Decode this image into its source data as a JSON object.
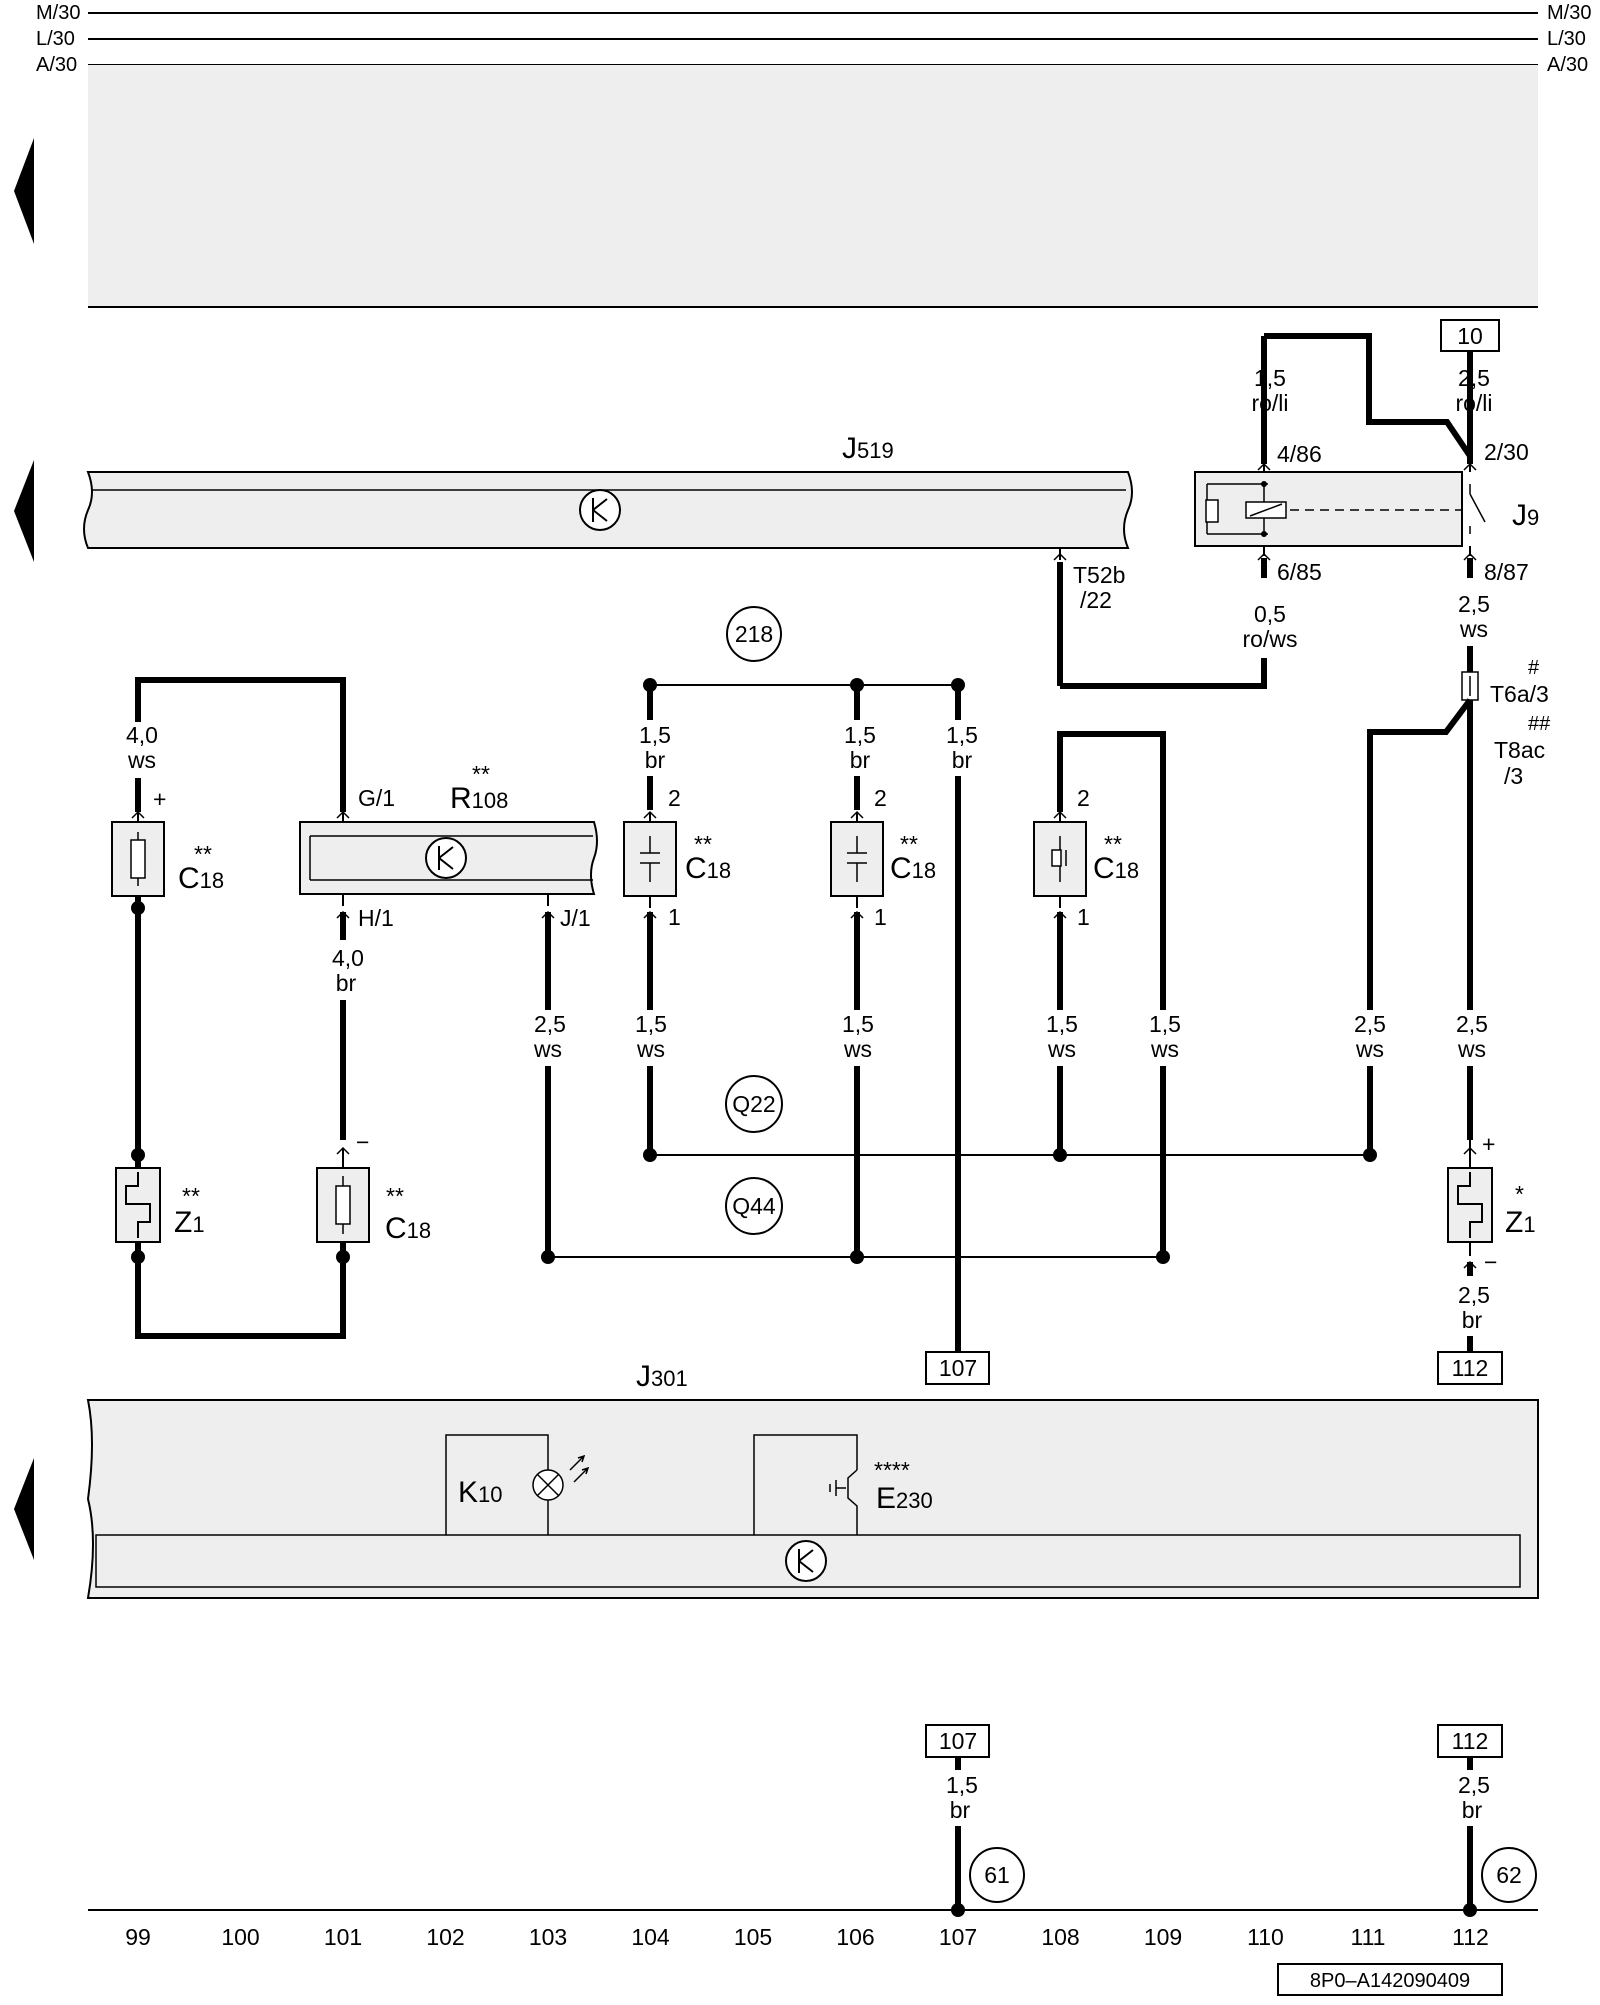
{
  "rails": {
    "m": "M/30",
    "l": "L/30",
    "a": "A/30"
  },
  "components": {
    "j519": {
      "letter": "J",
      "num": "519"
    },
    "j9": {
      "letter": "J",
      "num": "9"
    },
    "j301": {
      "letter": "J",
      "num": "301"
    },
    "r108": {
      "stars": "**",
      "letter": "R",
      "num": "108"
    },
    "c18_left": {
      "stars": "**",
      "letter": "C",
      "num": "18"
    },
    "c18_a": {
      "stars": "**",
      "letter": "C",
      "num": "18"
    },
    "c18_b": {
      "stars": "**",
      "letter": "C",
      "num": "18"
    },
    "c18_c": {
      "stars": "**",
      "letter": "C",
      "num": "18"
    },
    "c18_bottom": {
      "stars": "**",
      "letter": "C",
      "num": "18"
    },
    "z1_left": {
      "stars": "**",
      "letter": "Z",
      "num": "1"
    },
    "z1_right": {
      "stars": "*",
      "letter": "Z",
      "num": "1"
    },
    "k10": {
      "letter": "K",
      "num": "10"
    },
    "e230": {
      "stars": "****",
      "letter": "E",
      "num": "230"
    }
  },
  "pins": {
    "p_4_86": "4/86",
    "p_2_30": "2/30",
    "p_6_85": "6/85",
    "p_8_87": "8/87",
    "t52b_a": "T52b",
    "t52b_b": "/22",
    "t6a_mark": "#",
    "t6a": "T6a/3",
    "t8ac_mark": "##",
    "t8ac_a": "T8ac",
    "t8ac_b": "/3",
    "g1": "G/1",
    "h1": "H/1",
    "j1": "J/1",
    "plus": "+",
    "minus": "−",
    "pin1": "1",
    "pin2": "2"
  },
  "wires": {
    "w_15_roli": [
      "1,5",
      "ro/li"
    ],
    "w_25_roli": [
      "2,5",
      "ro/li"
    ],
    "w_05_rows": [
      "0,5",
      "ro/ws"
    ],
    "w_25_ws_j9": [
      "2,5",
      "ws"
    ],
    "w_40_ws": [
      "4,0",
      "ws"
    ],
    "w_40_br": [
      "4,0",
      "br"
    ],
    "w_15_br_a": [
      "1,5",
      "br"
    ],
    "w_15_br_b": [
      "1,5",
      "br"
    ],
    "w_15_br_c": [
      "1,5",
      "br"
    ],
    "w_25_ws_j1": [
      "2,5",
      "ws"
    ],
    "w_15_ws_a": [
      "1,5",
      "ws"
    ],
    "w_15_ws_b": [
      "1,5",
      "ws"
    ],
    "w_15_ws_c": [
      "1,5",
      "ws"
    ],
    "w_15_ws_d": [
      "1,5",
      "ws"
    ],
    "w_25_ws_e": [
      "2,5",
      "ws"
    ],
    "w_25_ws_f": [
      "2,5",
      "ws"
    ],
    "w_25_br_z1": [
      "2,5",
      "br"
    ],
    "w_15_br_107": [
      "1,5",
      "br"
    ],
    "w_25_br_112": [
      "2,5",
      "br"
    ]
  },
  "refs": {
    "r10": "10",
    "r107_mid": "107",
    "r112_mid": "112",
    "r107_bot": "107",
    "r112_bot": "112"
  },
  "junctions": {
    "n218": "218",
    "q22": "Q22",
    "q44": "Q44",
    "n61": "61",
    "n62": "62"
  },
  "ruler": [
    "99",
    "100",
    "101",
    "102",
    "103",
    "104",
    "105",
    "106",
    "107",
    "108",
    "109",
    "110",
    "111",
    "112"
  ],
  "diagram_id": "8P0–A142090409"
}
